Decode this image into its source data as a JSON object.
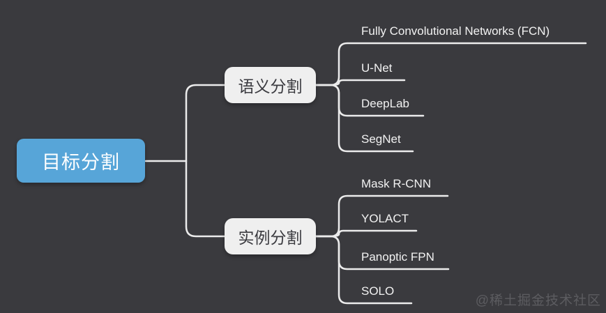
{
  "diagram": {
    "type": "mindmap",
    "root": {
      "label": "目标分割"
    },
    "branches": [
      {
        "label": "语义分割",
        "children": [
          "Fully Convolutional Networks (FCN)",
          "U-Net",
          "DeepLab",
          "SegNet"
        ]
      },
      {
        "label": "实例分割",
        "children": [
          "Mask R-CNN",
          "YOLACT",
          "Panoptic FPN",
          "SOLO"
        ]
      }
    ]
  },
  "colors": {
    "background": "#3a3a3e",
    "root_node": "#57a5d8",
    "branch_node": "#efefef",
    "connector": "#ececec",
    "leaf_text": "#f2f2f2",
    "branch_text": "#3b3b40",
    "root_text": "#ffffff"
  },
  "watermark": {
    "text": "@稀土掘金技术社区"
  }
}
